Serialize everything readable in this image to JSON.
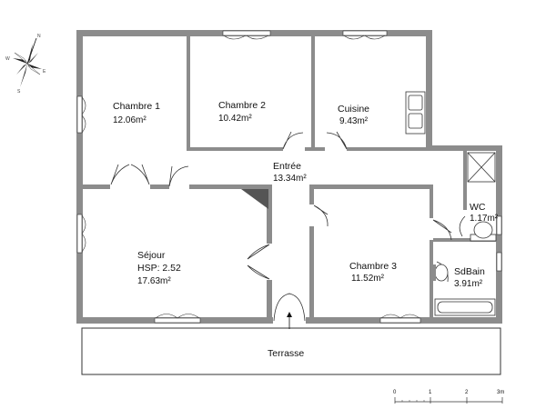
{
  "rooms": {
    "chambre1": {
      "name": "Chambre 1",
      "area": "12.06m²"
    },
    "chambre2": {
      "name": "Chambre 2",
      "area": "10.42m²"
    },
    "cuisine": {
      "name": "Cuisine",
      "area": "9.43m²"
    },
    "entree": {
      "name": "Entrée",
      "area": "13.34m²"
    },
    "wc": {
      "name": "WC",
      "area": "1.17m²"
    },
    "sejour": {
      "name": "Séjour",
      "hsp": "HSP: 2.52",
      "area": "17.63m²"
    },
    "chambre3": {
      "name": "Chambre 3",
      "area": "11.52m²"
    },
    "sdbain": {
      "name": "SdBain",
      "area": "3.91m²"
    }
  },
  "terrasse": {
    "name": "Terrasse"
  },
  "scale": {
    "ticks": [
      "0",
      "1",
      "2",
      "3m"
    ]
  },
  "compass": {
    "labels": [
      "N",
      "E",
      "S",
      "W"
    ]
  },
  "colors": {
    "wall": "#8c8c8c",
    "line": "#333333",
    "paper": "#ffffff"
  }
}
